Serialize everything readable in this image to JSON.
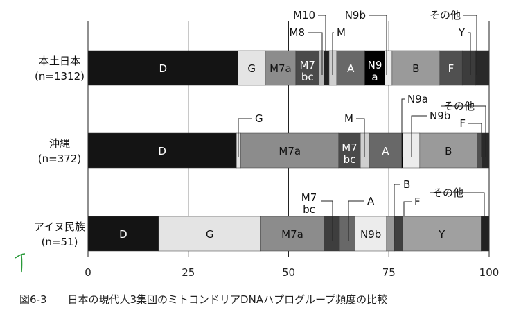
{
  "chart_data": {
    "type": "bar",
    "orientation": "horizontal",
    "stacked": true,
    "title": "図6-3　日本の現代人3集団のミトコンドリアDNAハプログループ頻度の比較",
    "figure_number": "図6-3",
    "caption": "日本の現代人3集団のミトコンドリアDNAハプログループ頻度の比較",
    "xlabel": "",
    "ylabel": "",
    "xlim": [
      0,
      100
    ],
    "xticks": [
      "0",
      "25",
      "50",
      "75",
      "100"
    ],
    "grid": true,
    "bars": [
      {
        "name": "本土日本",
        "n": "(n=1312)",
        "segments": [
          {
            "name": "D",
            "label": "D",
            "value": 37.4,
            "color": "#141414"
          },
          {
            "name": "G",
            "label": "G",
            "value": 6.8,
            "color": "#e4e4e4"
          },
          {
            "name": "M7a",
            "label": "M7a",
            "value": 7.6,
            "color": "#8c8c8c"
          },
          {
            "name": "M7bc",
            "label": "M7\nbc",
            "value": 5.8,
            "color": "#4a4a4a"
          },
          {
            "name": "M8",
            "label": "M8",
            "value": 1.2,
            "color": "#b8b8b8"
          },
          {
            "name": "M10",
            "label": "M10",
            "value": 1.3,
            "color": "#222222"
          },
          {
            "name": "M",
            "label": "M",
            "value": 1.9,
            "color": "#cfcfcf"
          },
          {
            "name": "A",
            "label": "A",
            "value": 7.0,
            "color": "#686868"
          },
          {
            "name": "N9a",
            "label": "N9\na",
            "value": 5.0,
            "color": "#000000"
          },
          {
            "name": "N9b",
            "label": "N9b",
            "value": 1.8,
            "color": "#ececec"
          },
          {
            "name": "B",
            "label": "B",
            "value": 11.9,
            "color": "#9a9a9a"
          },
          {
            "name": "F",
            "label": "F",
            "value": 5.6,
            "color": "#505050"
          },
          {
            "name": "Y",
            "label": "Y",
            "value": 3.3,
            "color": "#3c3c3c"
          },
          {
            "name": "other",
            "label": "その他",
            "value": 3.4,
            "color": "#2a2a2a"
          }
        ]
      },
      {
        "name": "沖縄",
        "n": "(n=372)",
        "segments": [
          {
            "name": "D",
            "label": "D",
            "value": 37.0,
            "color": "#141414"
          },
          {
            "name": "G",
            "label": "G",
            "value": 1.1,
            "color": "#e4e4e4"
          },
          {
            "name": "M7a",
            "label": "M7a",
            "value": 24.4,
            "color": "#8c8c8c"
          },
          {
            "name": "M7bc",
            "label": "M7\nbc",
            "value": 5.4,
            "color": "#4a4a4a"
          },
          {
            "name": "M",
            "label": "M",
            "value": 2.2,
            "color": "#cfcfcf"
          },
          {
            "name": "A",
            "label": "A",
            "value": 8.1,
            "color": "#686868"
          },
          {
            "name": "N9a",
            "label": "N9a",
            "value": 0.3,
            "color": "#000000"
          },
          {
            "name": "N9b",
            "label": "N9b",
            "value": 4.2,
            "color": "#ececec"
          },
          {
            "name": "B",
            "label": "B",
            "value": 14.3,
            "color": "#9a9a9a"
          },
          {
            "name": "F",
            "label": "F",
            "value": 1.2,
            "color": "#505050"
          },
          {
            "name": "other",
            "label": "その他",
            "value": 1.8,
            "color": "#2a2a2a"
          }
        ]
      },
      {
        "name": "アイヌ民族",
        "n": "(n=51)",
        "segments": [
          {
            "name": "D",
            "label": "D",
            "value": 17.6,
            "color": "#141414"
          },
          {
            "name": "G",
            "label": "G",
            "value": 25.5,
            "color": "#e4e4e4"
          },
          {
            "name": "M7a",
            "label": "M7a",
            "value": 15.7,
            "color": "#8c8c8c"
          },
          {
            "name": "M7bc",
            "label": "M7\nbc",
            "value": 3.9,
            "color": "#3e3e3e"
          },
          {
            "name": "A",
            "label": "A",
            "value": 3.9,
            "color": "#686868"
          },
          {
            "name": "N9b",
            "label": "N9b",
            "value": 7.8,
            "color": "#ececec"
          },
          {
            "name": "B",
            "label": "B",
            "value": 2.0,
            "color": "#9a9a9a"
          },
          {
            "name": "F",
            "label": "F",
            "value": 2.0,
            "color": "#404040"
          },
          {
            "name": "Y",
            "label": "Y",
            "value": 19.6,
            "color": "#a0a0a0"
          },
          {
            "name": "other",
            "label": "その他",
            "value": 2.0,
            "color": "#222222"
          }
        ]
      }
    ]
  }
}
